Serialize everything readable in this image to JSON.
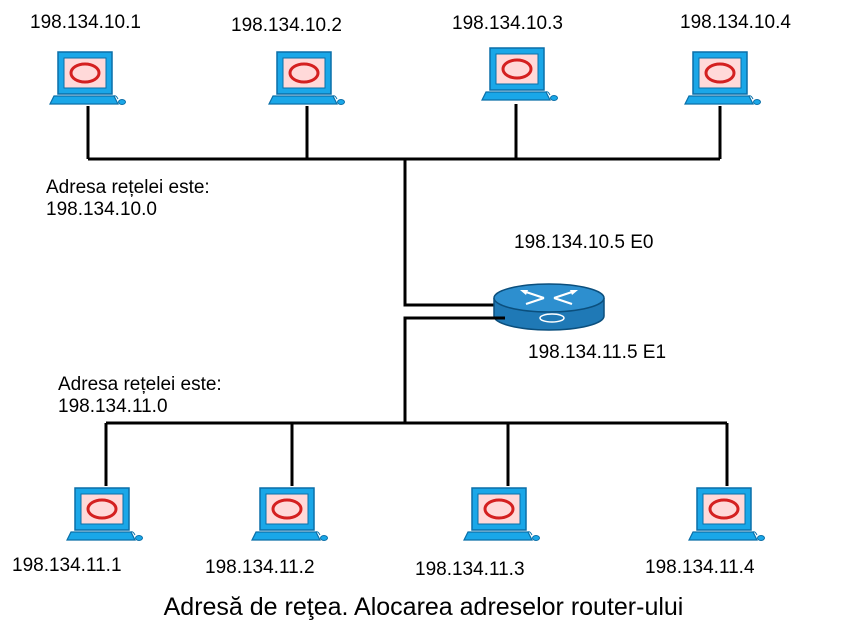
{
  "top_network": {
    "hosts": [
      {
        "ip": "198.134.10.1",
        "icon": "computer-icon"
      },
      {
        "ip": "198.134.10.2",
        "icon": "computer-icon"
      },
      {
        "ip": "198.134.10.3",
        "icon": "computer-icon"
      },
      {
        "ip": "198.134.10.4",
        "icon": "computer-icon"
      }
    ],
    "label_line1": "Adresa rețelei este:",
    "label_line2": "198.134.10.0"
  },
  "router": {
    "icon": "router-icon",
    "e0_label": "198.134.10.5  E0",
    "e1_label": "198.134.11.5  E1"
  },
  "bottom_network": {
    "hosts": [
      {
        "ip": "198.134.11.1",
        "icon": "computer-icon"
      },
      {
        "ip": "198.134.11.2",
        "icon": "computer-icon"
      },
      {
        "ip": "198.134.11.3",
        "icon": "computer-icon"
      },
      {
        "ip": "198.134.11.4",
        "icon": "computer-icon"
      }
    ],
    "label_line1": "Adresa rețelei este:",
    "label_line2": "198.134.11.0"
  },
  "caption": "Adresă de reţea. Alocarea adreselor router-ului",
  "colors": {
    "line": "#000000",
    "monitor": "#1aa7e8",
    "monitor_dark": "#0a6fa8",
    "screen": "#ffd9d9",
    "ring": "#d42020",
    "router_body": "#2d8fcf"
  }
}
